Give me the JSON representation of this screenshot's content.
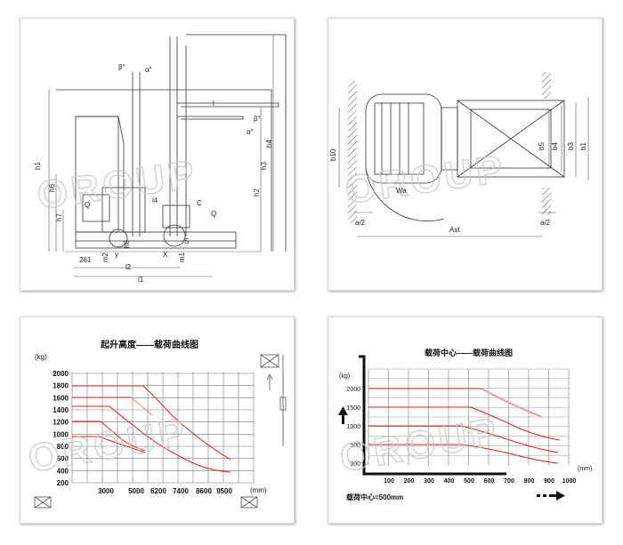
{
  "watermark": "OROUP",
  "side_view": {
    "labels": {
      "beta": "β°",
      "alpha": "α°",
      "beta2": "β°",
      "alpha2": "α°",
      "h1": "h1",
      "h2": "h2",
      "h3": "h3",
      "h4": "h4",
      "h6": "h6",
      "h7": "h7",
      "h8": "h8",
      "l": "l",
      "l1": "l1",
      "l2": "l2",
      "l4": "l4",
      "x": "X",
      "y": "y",
      "m1": "m1",
      "m2": "m2",
      "s": "S",
      "c": "C",
      "q": "Q",
      "q2": "Q",
      "d261": "261"
    }
  },
  "top_view": {
    "labels": {
      "b10": "b10",
      "b5": "b5",
      "b4": "b4",
      "b3": "b3",
      "b1": "b1",
      "wa": "Wa",
      "a2_left": "a/2",
      "a2_right": "a/2",
      "ast": "Ast"
    }
  },
  "chart_lift": {
    "title": "起升高度——载荷曲线图",
    "unit_y": "(kg)",
    "unit_x": "(mm)",
    "y_ticks": [
      "2000",
      "1800",
      "1600",
      "1400",
      "1200",
      "1000",
      "800",
      "600",
      "400",
      "200"
    ],
    "x_ticks": [
      "3000",
      "5000",
      "6200",
      "7400",
      "8600",
      "9500"
    ]
  },
  "chart_center": {
    "title": "载荷中心——载荷曲线图",
    "unit_y": "(kg)",
    "unit_x": "(mm)",
    "y_ticks": [
      "2000",
      "1500",
      "1000",
      "500",
      "300"
    ],
    "x_ticks": [
      "100",
      "200",
      "300",
      "400",
      "500",
      "600",
      "700",
      "800",
      "900",
      "1000"
    ],
    "note": "载荷中心=500mm"
  }
}
